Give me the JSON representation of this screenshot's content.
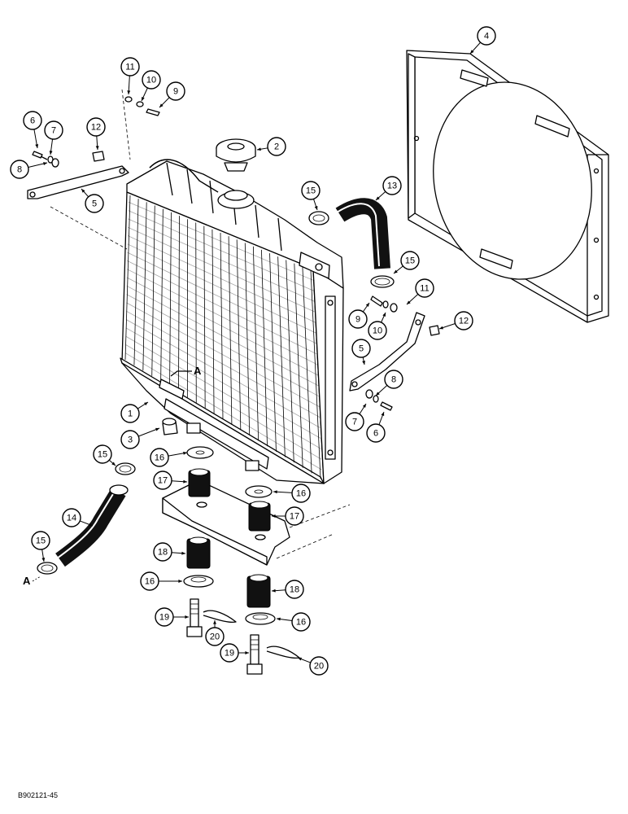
{
  "callouts": [
    {
      "id": "c1",
      "label": "1",
      "part": "radiator"
    },
    {
      "id": "c2",
      "label": "2",
      "part": "radiator-cap"
    },
    {
      "id": "c3",
      "label": "3",
      "part": "drain-valve"
    },
    {
      "id": "c4",
      "label": "4",
      "part": "fan-shroud"
    },
    {
      "id": "c5a",
      "label": "5",
      "part": "bracket"
    },
    {
      "id": "c5b",
      "label": "5",
      "part": "bracket"
    },
    {
      "id": "c6a",
      "label": "6",
      "part": "bolt"
    },
    {
      "id": "c6b",
      "label": "6",
      "part": "bolt"
    },
    {
      "id": "c7a",
      "label": "7",
      "part": "lock-washer"
    },
    {
      "id": "c7b",
      "label": "7",
      "part": "lock-washer"
    },
    {
      "id": "c8a",
      "label": "8",
      "part": "washer"
    },
    {
      "id": "c8b",
      "label": "8",
      "part": "washer"
    },
    {
      "id": "c9a",
      "label": "9",
      "part": "bolt"
    },
    {
      "id": "c9b",
      "label": "9",
      "part": "bolt"
    },
    {
      "id": "c10a",
      "label": "10",
      "part": "lock-washer"
    },
    {
      "id": "c10b",
      "label": "10",
      "part": "lock-washer"
    },
    {
      "id": "c11a",
      "label": "11",
      "part": "washer"
    },
    {
      "id": "c11b",
      "label": "11",
      "part": "washer"
    },
    {
      "id": "c12a",
      "label": "12",
      "part": "nut"
    },
    {
      "id": "c12b",
      "label": "12",
      "part": "nut"
    },
    {
      "id": "c13",
      "label": "13",
      "part": "upper-hose"
    },
    {
      "id": "c14",
      "label": "14",
      "part": "lower-hose"
    },
    {
      "id": "c15a",
      "label": "15",
      "part": "hose-clamp"
    },
    {
      "id": "c15b",
      "label": "15",
      "part": "hose-clamp"
    },
    {
      "id": "c15c",
      "label": "15",
      "part": "hose-clamp"
    },
    {
      "id": "c15d",
      "label": "15",
      "part": "hose-clamp"
    },
    {
      "id": "c16a",
      "label": "16",
      "part": "washer"
    },
    {
      "id": "c16b",
      "label": "16",
      "part": "washer"
    },
    {
      "id": "c16c",
      "label": "16",
      "part": "washer"
    },
    {
      "id": "c16d",
      "label": "16",
      "part": "washer"
    },
    {
      "id": "c17a",
      "label": "17",
      "part": "isolator"
    },
    {
      "id": "c17b",
      "label": "17",
      "part": "isolator"
    },
    {
      "id": "c18a",
      "label": "18",
      "part": "isolator"
    },
    {
      "id": "c18b",
      "label": "18",
      "part": "isolator"
    },
    {
      "id": "c19a",
      "label": "19",
      "part": "bolt"
    },
    {
      "id": "c19b",
      "label": "19",
      "part": "bolt"
    },
    {
      "id": "c20a",
      "label": "20",
      "part": "clip-pin"
    },
    {
      "id": "c20b",
      "label": "20",
      "part": "clip-pin"
    }
  ],
  "reference_marks": {
    "a_top": "A",
    "a_bottom": "A"
  },
  "footer": {
    "figure_code": "B902121-45"
  },
  "colors": {
    "line": "#000000",
    "fill": "#ffffff",
    "rubber": "#111111"
  }
}
